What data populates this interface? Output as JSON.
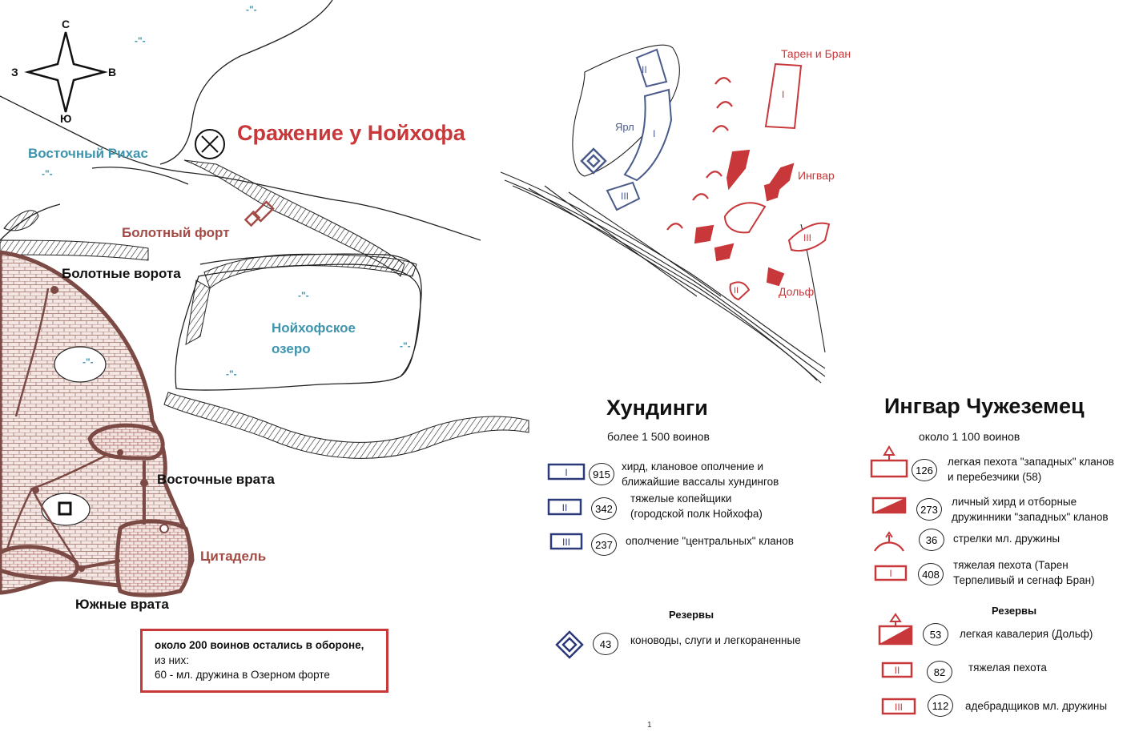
{
  "map": {
    "title": "Сражение у Нойхофа",
    "compass": {
      "n": "С",
      "s": "Ю",
      "w": "З",
      "e": "В"
    },
    "places": {
      "vostochny_rikhas": "Восточный Рихас",
      "bolotny_fort": "Болотный форт",
      "bolotnye_vorota": "Болотные ворота",
      "lake_line1": "Нойхофское",
      "lake_line2": "озеро",
      "vostochnye_vrata": "Восточные врата",
      "citadel": "Цитадель",
      "yuzhnye_vrata": "Южные врата"
    },
    "marsh_mark": "-\"-",
    "units": {
      "taren_bran": "Тарен и Бран",
      "ingvar": "Ингвар",
      "dolf": "Дольф",
      "yarl": "Ярл",
      "roman_1": "I",
      "roman_2": "II",
      "roman_3": "III"
    },
    "defense": {
      "line1": "около 200 воинов остались в обороне,",
      "line2": "из них:",
      "line3": "60 - мл. дружина в Озерном форте"
    },
    "page_mark": "1"
  },
  "hundingi": {
    "title": "Хундинги",
    "subtitle": "более 1 500 воинов",
    "items": [
      {
        "symbol": "I",
        "count": "915",
        "line1": "хирд, клановое ополчение и",
        "line2": "ближайшие вассалы хундингов"
      },
      {
        "symbol": "II",
        "count": "342",
        "line1": "тяжелые копейщики",
        "line2": "(городской полк Нойхофа)"
      },
      {
        "symbol": "III",
        "count": "237",
        "line1": "ополчение \"центральных\" кланов",
        "line2": ""
      }
    ],
    "reserves_title": "Резервы",
    "reserves": [
      {
        "count": "43",
        "text": "коноводы, слуги и легкораненные"
      }
    ]
  },
  "ingvar": {
    "title": "Ингвар Чужеземец",
    "subtitle": "около  1 100 воинов",
    "items": [
      {
        "count": "126",
        "line1": "легкая пехота \"западных\" кланов",
        "line2": "и перебезчики (58)"
      },
      {
        "count": "273",
        "line1": "личный хирд и отборные",
        "line2": "дружинники \"западных\" кланов"
      },
      {
        "count": "36",
        "line1": "стрелки мл. дружины",
        "line2": ""
      },
      {
        "count": "408",
        "line1": "тяжелая пехота (Тарен",
        "line2": "Терпеливый и сегнаф Бран)"
      }
    ],
    "reserves_title": "Резервы",
    "reserves": [
      {
        "count": "53",
        "text": "легкая кавалерия (Дольф)"
      },
      {
        "count": "82",
        "text": "тяжелая пехота",
        "symbol": "II"
      },
      {
        "count": "112",
        "text": "адебрадщиков мл. дружины",
        "symbol": "III"
      }
    ]
  },
  "colors": {
    "red": "#c8383a",
    "navy": "#2b3a78",
    "brown": "#7b4a44",
    "teal": "#3f94ad",
    "city_fill": "#f2e4e1"
  }
}
